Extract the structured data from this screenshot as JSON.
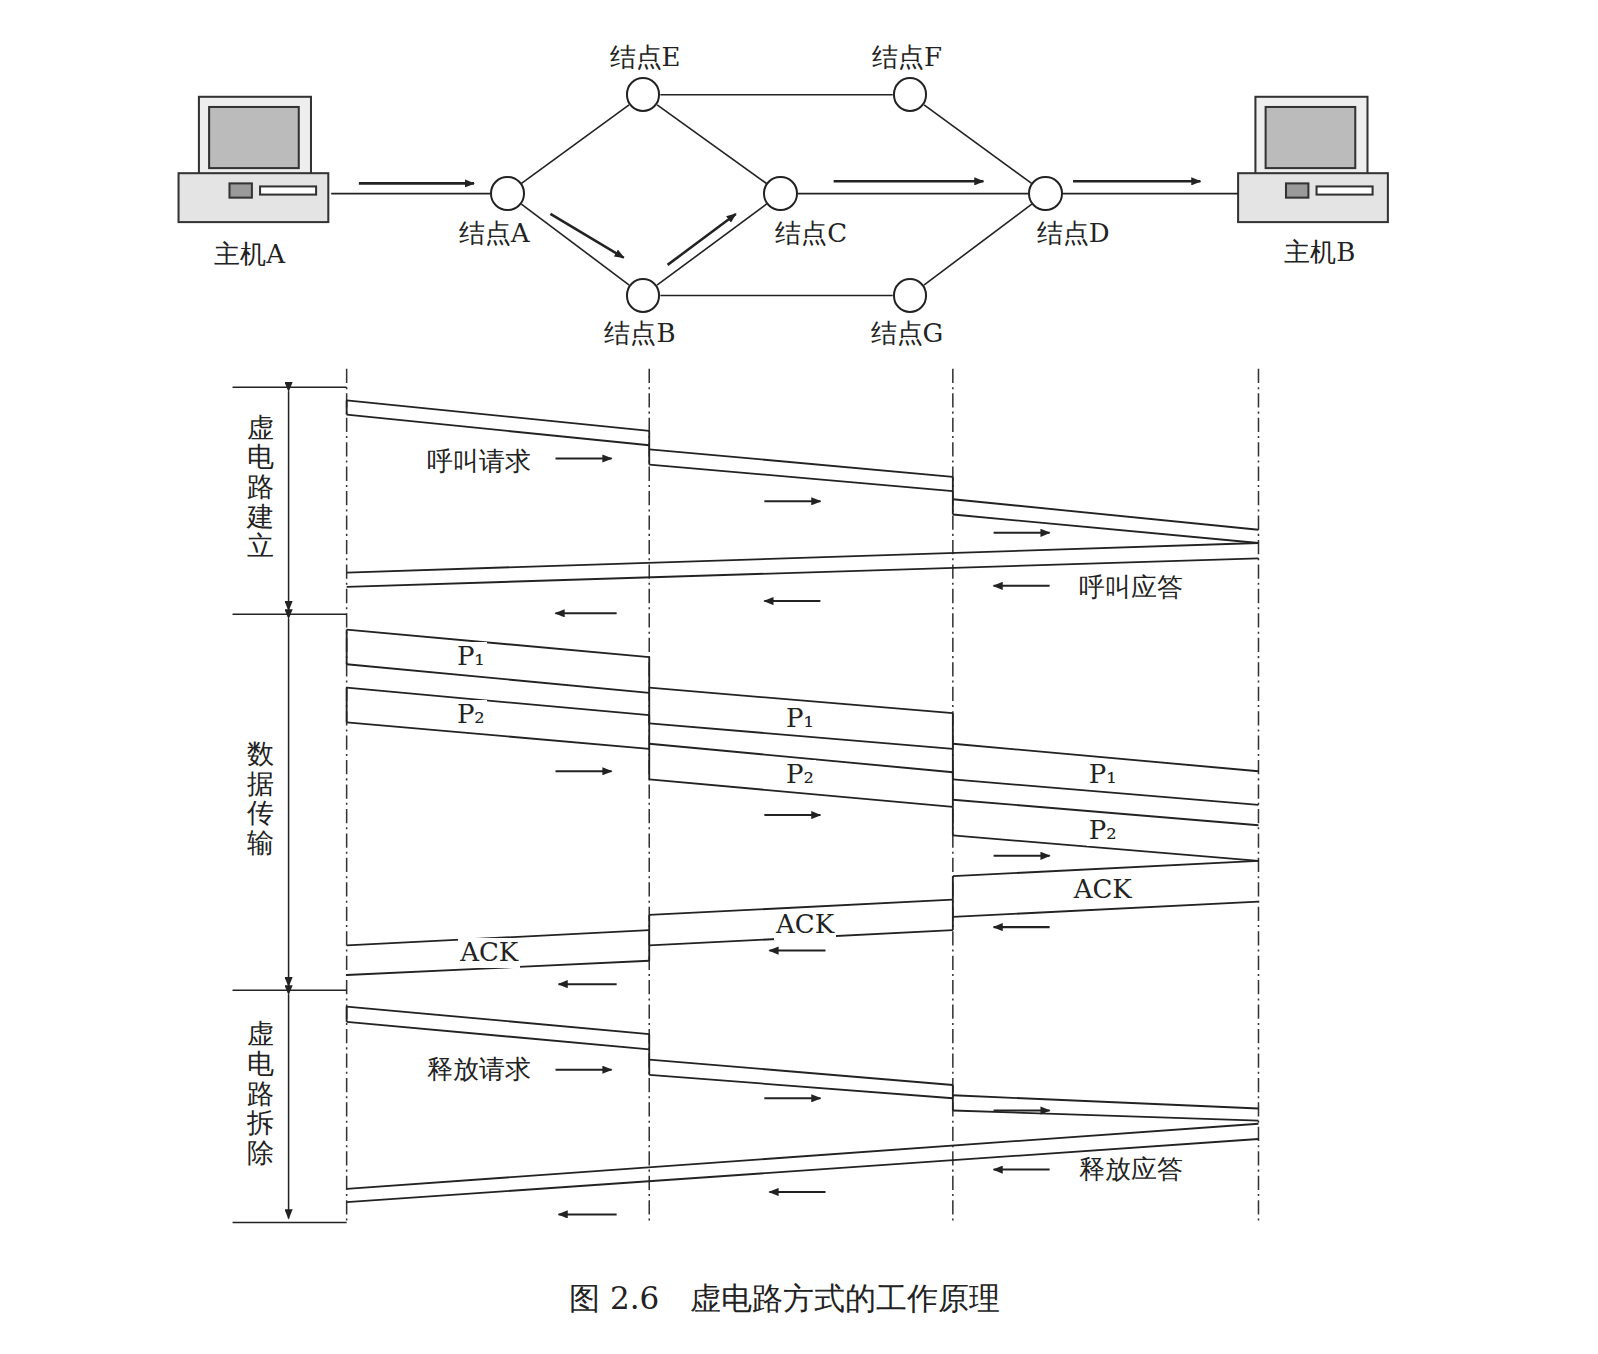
{
  "diagram": {
    "caption": "图 2.6　虚电路方式的工作原理",
    "nodes": [
      {
        "text": [
          "主机A"
        ]
      },
      {
        "text": [
          "结点A"
        ]
      },
      {
        "text": [
          "结点E"
        ]
      },
      {
        "text": [
          "结点B"
        ]
      },
      {
        "text": [
          "结点C"
        ]
      },
      {
        "text": [
          "结点F"
        ]
      },
      {
        "text": [
          "结点G"
        ]
      },
      {
        "text": [
          "结点D"
        ]
      },
      {
        "text": [
          "主机B"
        ]
      }
    ],
    "edges": [
      {
        "from": 0,
        "to": 1,
        "arrow": "none"
      },
      {
        "from": 1,
        "to": 2,
        "arrow": "none"
      },
      {
        "from": 1,
        "to": 3,
        "arrow": "none"
      },
      {
        "from": 2,
        "to": 4,
        "arrow": "none"
      },
      {
        "from": 3,
        "to": 4,
        "arrow": "none"
      },
      {
        "from": 2,
        "to": 5,
        "arrow": "none"
      },
      {
        "from": 4,
        "to": 7,
        "arrow": "none"
      },
      {
        "from": 3,
        "to": 6,
        "arrow": "none"
      },
      {
        "from": 5,
        "to": 7,
        "arrow": "none"
      },
      {
        "from": 6,
        "to": 7,
        "arrow": "none"
      },
      {
        "from": 7,
        "to": 8,
        "arrow": "none"
      }
    ],
    "labels": [
      "虚电路建立",
      "数据传输",
      "虚电路拆除",
      "呼叫请求",
      "呼叫应答",
      "P₁",
      "P₂",
      "P₁",
      "P₂",
      "P₁",
      "P₂",
      "ACK",
      "ACK",
      "ACK",
      "释放请求",
      "释放应答"
    ]
  }
}
